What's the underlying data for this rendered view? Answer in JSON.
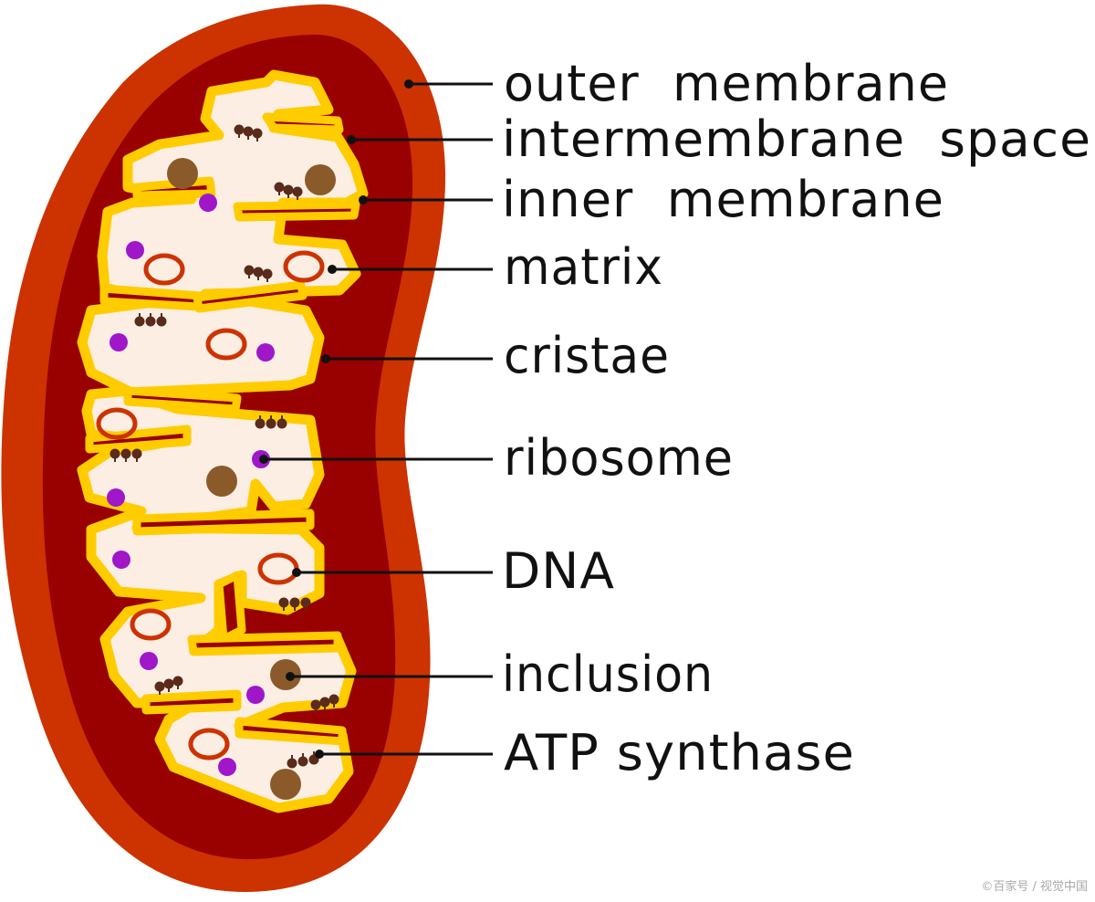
{
  "diagram": {
    "labels": {
      "outer_membrane": "outer  membrane",
      "intermembrane_space": "intermembrane  space",
      "inner_membrane": "inner  membrane",
      "matrix": "matrix",
      "cristae": "cristae",
      "ribosome": "ribosome",
      "dna": "DNA",
      "inclusion": "inclusion",
      "atp_synthase": "ATP synthase"
    },
    "colors": {
      "outer_membrane": "#cc3300",
      "intermembrane_space": "#990000",
      "inner_membrane": "#ffcc00",
      "matrix": "#fdeee4",
      "ribosome": "#9f17c8",
      "dna": "#cc3300",
      "inclusion": "#8b5a2b",
      "atp_synthase": "#5a2a1a",
      "leader_line": "#111111"
    }
  },
  "watermark": "©百家号 / 视觉中国"
}
